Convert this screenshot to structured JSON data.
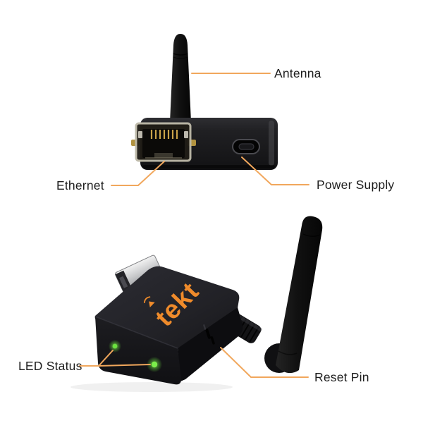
{
  "device": {
    "logo": "tekt"
  },
  "callouts": {
    "antenna": {
      "label": "Antenna"
    },
    "ethernet": {
      "label": "Ethernet"
    },
    "power_supply": {
      "label": "Power Supply"
    },
    "led_status": {
      "label": "LED Status"
    },
    "reset_pin": {
      "label": "Reset Pin"
    }
  },
  "colors": {
    "callout_line": "#F1A75C",
    "label_text": "#1D1D1D",
    "logo_orange": "#EF8B2B",
    "led_green": "#6BE23F",
    "device_body": "#1B1B1E",
    "ethernet_shell": "#BDB9A8",
    "gold_pins": "#C9A24A",
    "background": "#FFFFFF"
  }
}
